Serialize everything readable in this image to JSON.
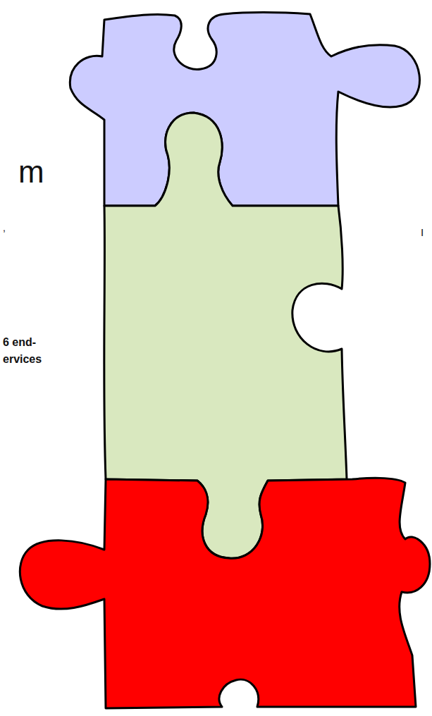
{
  "diagram": {
    "labels": [
      "m",
      ",",
      "I",
      "6 end-",
      "ervices"
    ]
  }
}
